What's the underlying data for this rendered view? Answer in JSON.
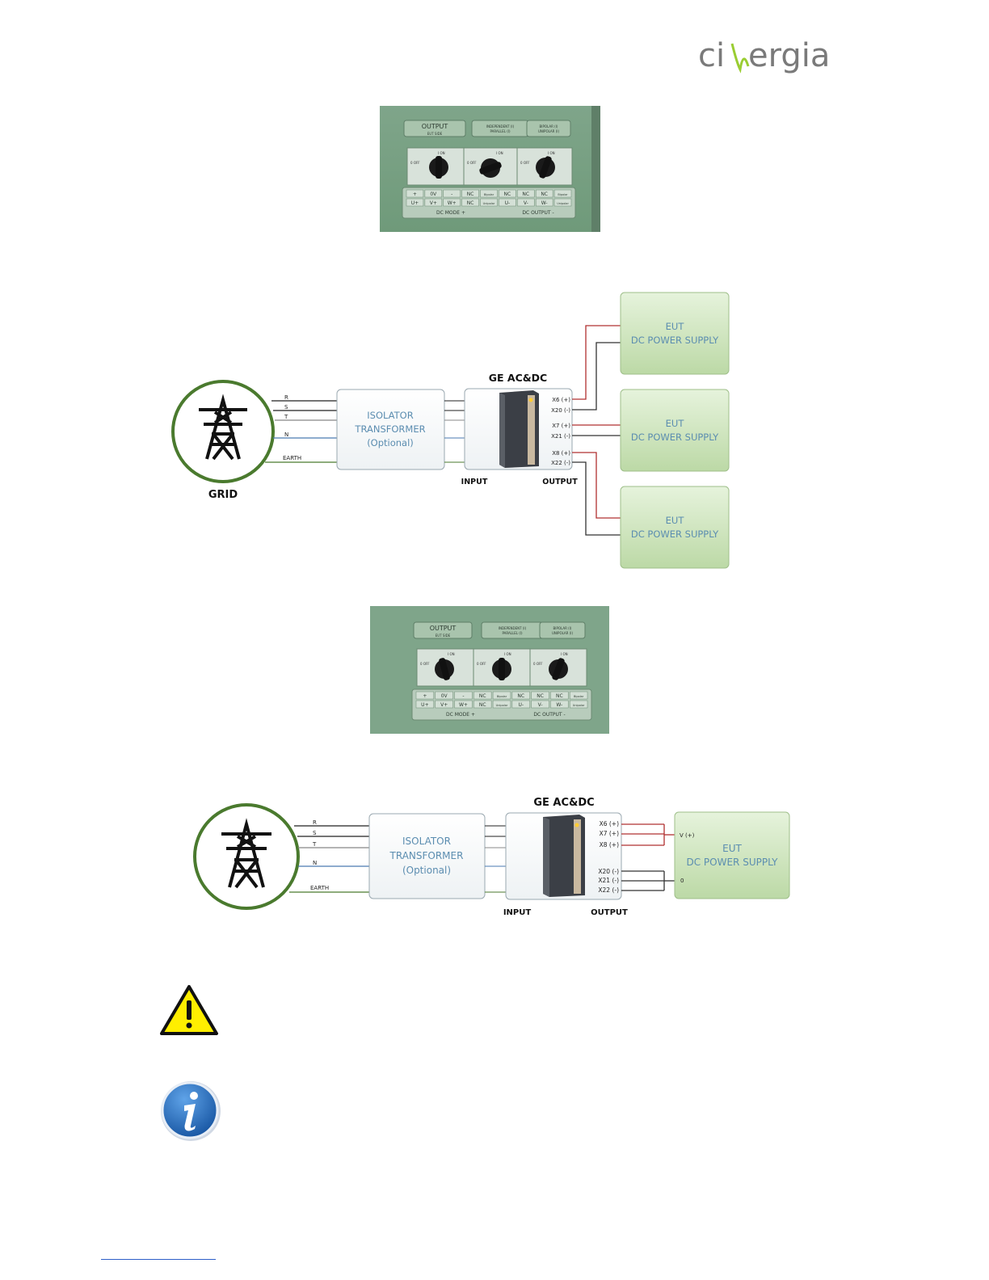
{
  "header": {
    "logo": {
      "left": "ci",
      "right": "ergia"
    }
  },
  "photos": [
    {
      "labels": [
        "OUTPUT",
        "EUT SIDE",
        "INDEPENDENT (I)",
        "PARALLEL (I)",
        "BIPOLAR (I)",
        "UNIPOLAR (I)"
      ],
      "knob_labels": [
        "0 OFF",
        "I ON"
      ],
      "terminal_rows": [
        [
          "+",
          "0V",
          "-",
          "NC",
          "Bipolar",
          "NC",
          "NC",
          "NC",
          "Bipolar"
        ],
        [
          "U+",
          "V+",
          "W+",
          "NC",
          "Unipolar",
          "U-",
          "V-",
          "W-",
          "Unipolar"
        ]
      ],
      "terminal_captions": [
        "DC MODE +",
        "DC OUTPUT -"
      ]
    },
    {
      "labels": [
        "OUTPUT",
        "EUT SIDE",
        "INDEPENDENT (I)",
        "PARALLEL (I)",
        "BIPOLAR (I)",
        "UNIPOLAR (I)"
      ],
      "knob_labels": [
        "0 OFF",
        "I ON"
      ],
      "terminal_rows": [
        [
          "+",
          "0V",
          "-",
          "NC",
          "Bipolar",
          "NC",
          "NC",
          "NC",
          "Bipolar"
        ],
        [
          "U+",
          "V+",
          "W+",
          "NC",
          "Unipolar",
          "U-",
          "V-",
          "W-",
          "Unipolar"
        ]
      ],
      "terminal_captions": [
        "DC MODE +",
        "DC OUTPUT -"
      ]
    }
  ],
  "diagram1": {
    "grid_label": "GRID",
    "lines": [
      "R",
      "S",
      "T",
      "N",
      "EARTH"
    ],
    "isolator": [
      "ISOLATOR",
      "TRANSFORMER",
      "(Optional)"
    ],
    "ge_label": "GE AC&DC",
    "input_label": "INPUT",
    "output_label": "OUTPUT",
    "terminals": [
      "X6 (+)",
      "X20 (-)",
      "X7 (+)",
      "X21 (-)",
      "X8 (+)",
      "X22 (-)"
    ],
    "eut": [
      {
        "line1": "EUT",
        "line2": "DC POWER SUPPLY"
      },
      {
        "line1": "EUT",
        "line2": "DC POWER SUPPLY"
      },
      {
        "line1": "EUT",
        "line2": "DC POWER SUPPLY"
      }
    ]
  },
  "diagram2": {
    "lines": [
      "R",
      "S",
      "T",
      "N",
      "EARTH"
    ],
    "isolator": [
      "ISOLATOR",
      "TRANSFORMER",
      "(Optional)"
    ],
    "ge_label": "GE AC&DC",
    "input_label": "INPUT",
    "output_label": "OUTPUT",
    "terminals": [
      "X6 (+)",
      "X7 (+)",
      "X8 (+)",
      "X20 (-)",
      "X21 (-)",
      "X22 (-)"
    ],
    "eut": {
      "line1": "EUT",
      "line2": "DC POWER SUPPLY",
      "v_plus": "V (+)",
      "zero": "0"
    }
  },
  "colors": {
    "grid_ring": "#4a7a2e",
    "wire_red": "#b03030",
    "wire_dark": "#333333",
    "eut_fill": "#cfe6bd",
    "box_text": "#5b8db0",
    "warning_yellow": "#ffee00",
    "info_blue": "#1c62b4"
  },
  "icons": {
    "warning": "warning-triangle-icon",
    "info": "info-circle-icon"
  }
}
